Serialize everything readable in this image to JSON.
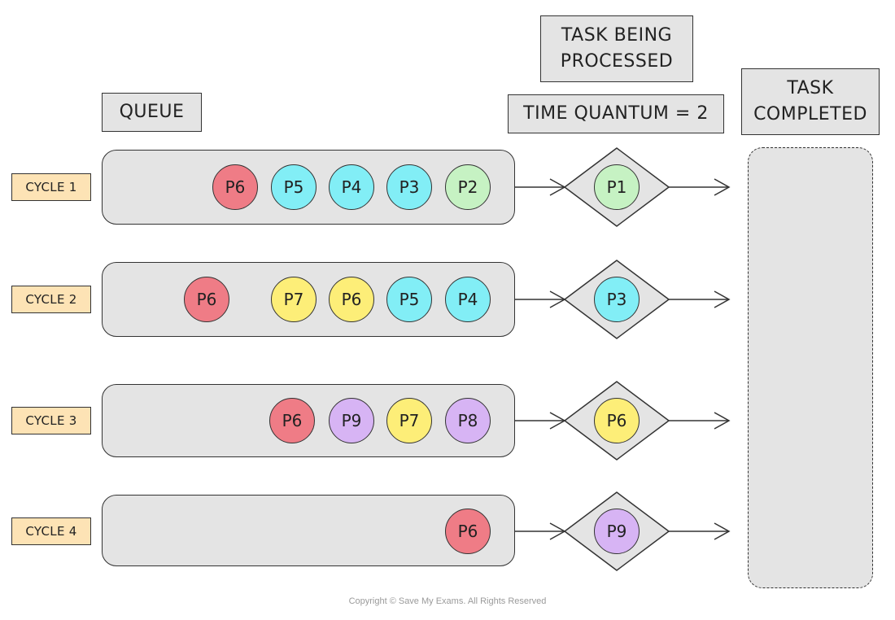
{
  "headers": {
    "queue": "QUEUE",
    "task_being_processed": "TASK BEING PROCESSED",
    "time_quantum": "TIME QUANTUM = 2",
    "task_completed": "TASK COMPLETED"
  },
  "colors": {
    "red": "#ef7c86",
    "cyan": "#82eef6",
    "green": "#c6f2c3",
    "yellow": "#fdee78",
    "purple": "#d7b4f4"
  },
  "cycles": [
    {
      "label": "CYCLE 1",
      "queue": [
        {
          "name": "P6",
          "color": "red"
        },
        {
          "name": "P5",
          "color": "cyan"
        },
        {
          "name": "P4",
          "color": "cyan"
        },
        {
          "name": "P3",
          "color": "cyan"
        },
        {
          "name": "P2",
          "color": "green"
        }
      ],
      "processing": {
        "name": "P1",
        "color": "green"
      }
    },
    {
      "label": "CYCLE 2",
      "queue": [
        {
          "name": "P6",
          "color": "red"
        },
        {
          "name": "P7",
          "color": "yellow"
        },
        {
          "name": "P6",
          "color": "yellow"
        },
        {
          "name": "P5",
          "color": "cyan"
        },
        {
          "name": "P4",
          "color": "cyan"
        }
      ],
      "processing": {
        "name": "P3",
        "color": "cyan"
      }
    },
    {
      "label": "CYCLE 3",
      "queue": [
        {
          "name": "P6",
          "color": "red"
        },
        {
          "name": "P9",
          "color": "purple"
        },
        {
          "name": "P7",
          "color": "yellow"
        },
        {
          "name": "P8",
          "color": "purple"
        }
      ],
      "processing": {
        "name": "P6",
        "color": "yellow"
      }
    },
    {
      "label": "CYCLE 4",
      "queue": [
        {
          "name": "P6",
          "color": "red"
        }
      ],
      "processing": {
        "name": "P9",
        "color": "purple"
      }
    }
  ],
  "footer": {
    "copyright": "Copyright © Save My Exams. All Rights Reserved"
  }
}
